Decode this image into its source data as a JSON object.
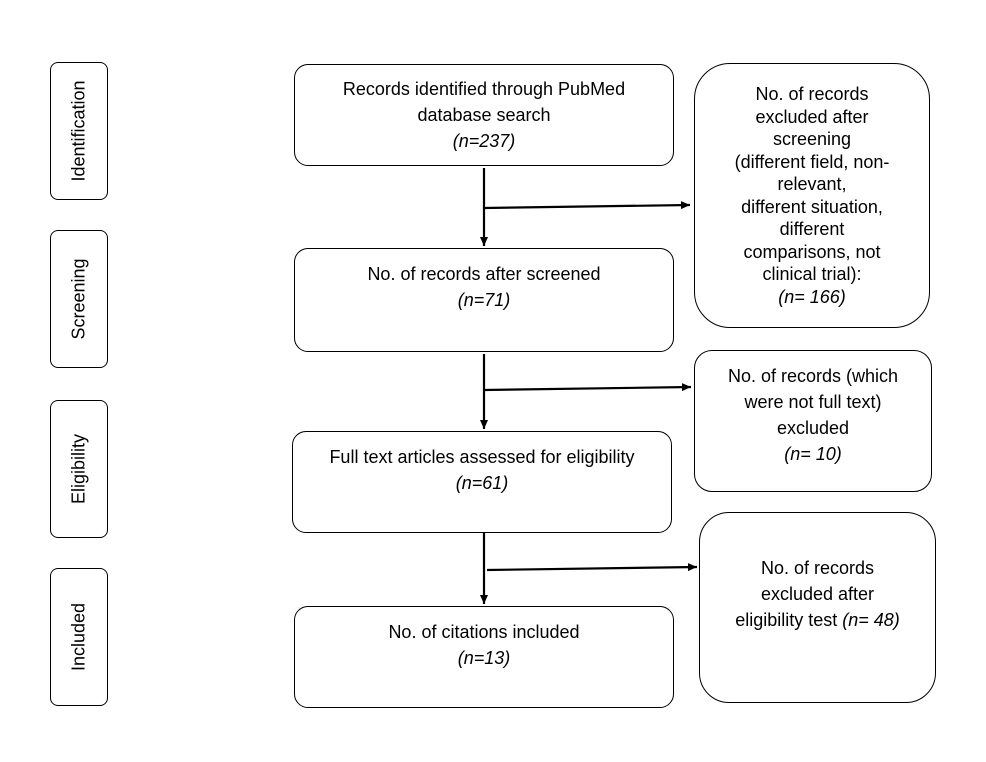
{
  "stages": [
    {
      "label": "Identification"
    },
    {
      "label": "Screening"
    },
    {
      "label": "Eligibility"
    },
    {
      "label": "Included"
    }
  ],
  "main_boxes": [
    {
      "lines": [
        "Records identified through PubMed",
        "database search"
      ],
      "n": "(n=237)"
    },
    {
      "lines": [
        "No. of records after screened"
      ],
      "n": "(n=71)"
    },
    {
      "lines": [
        "Full text articles assessed for eligibility"
      ],
      "n": "(n=61)"
    },
    {
      "lines": [
        "No. of citations included"
      ],
      "n": "(n=13)"
    }
  ],
  "side_boxes": [
    {
      "lines": [
        "No. of records",
        "excluded after",
        "screening",
        "(different field, non-",
        "relevant,",
        "different situation,",
        "different",
        "comparisons, not",
        "clinical trial):"
      ],
      "n": "(n= 166)"
    },
    {
      "lines": [
        "No. of records (which",
        "were not full text)",
        "excluded"
      ],
      "n": "(n= 10)"
    },
    {
      "lines": [
        "No. of records",
        "excluded after"
      ],
      "last_prefix": "eligibility test ",
      "n": "(n= 48)"
    }
  ]
}
